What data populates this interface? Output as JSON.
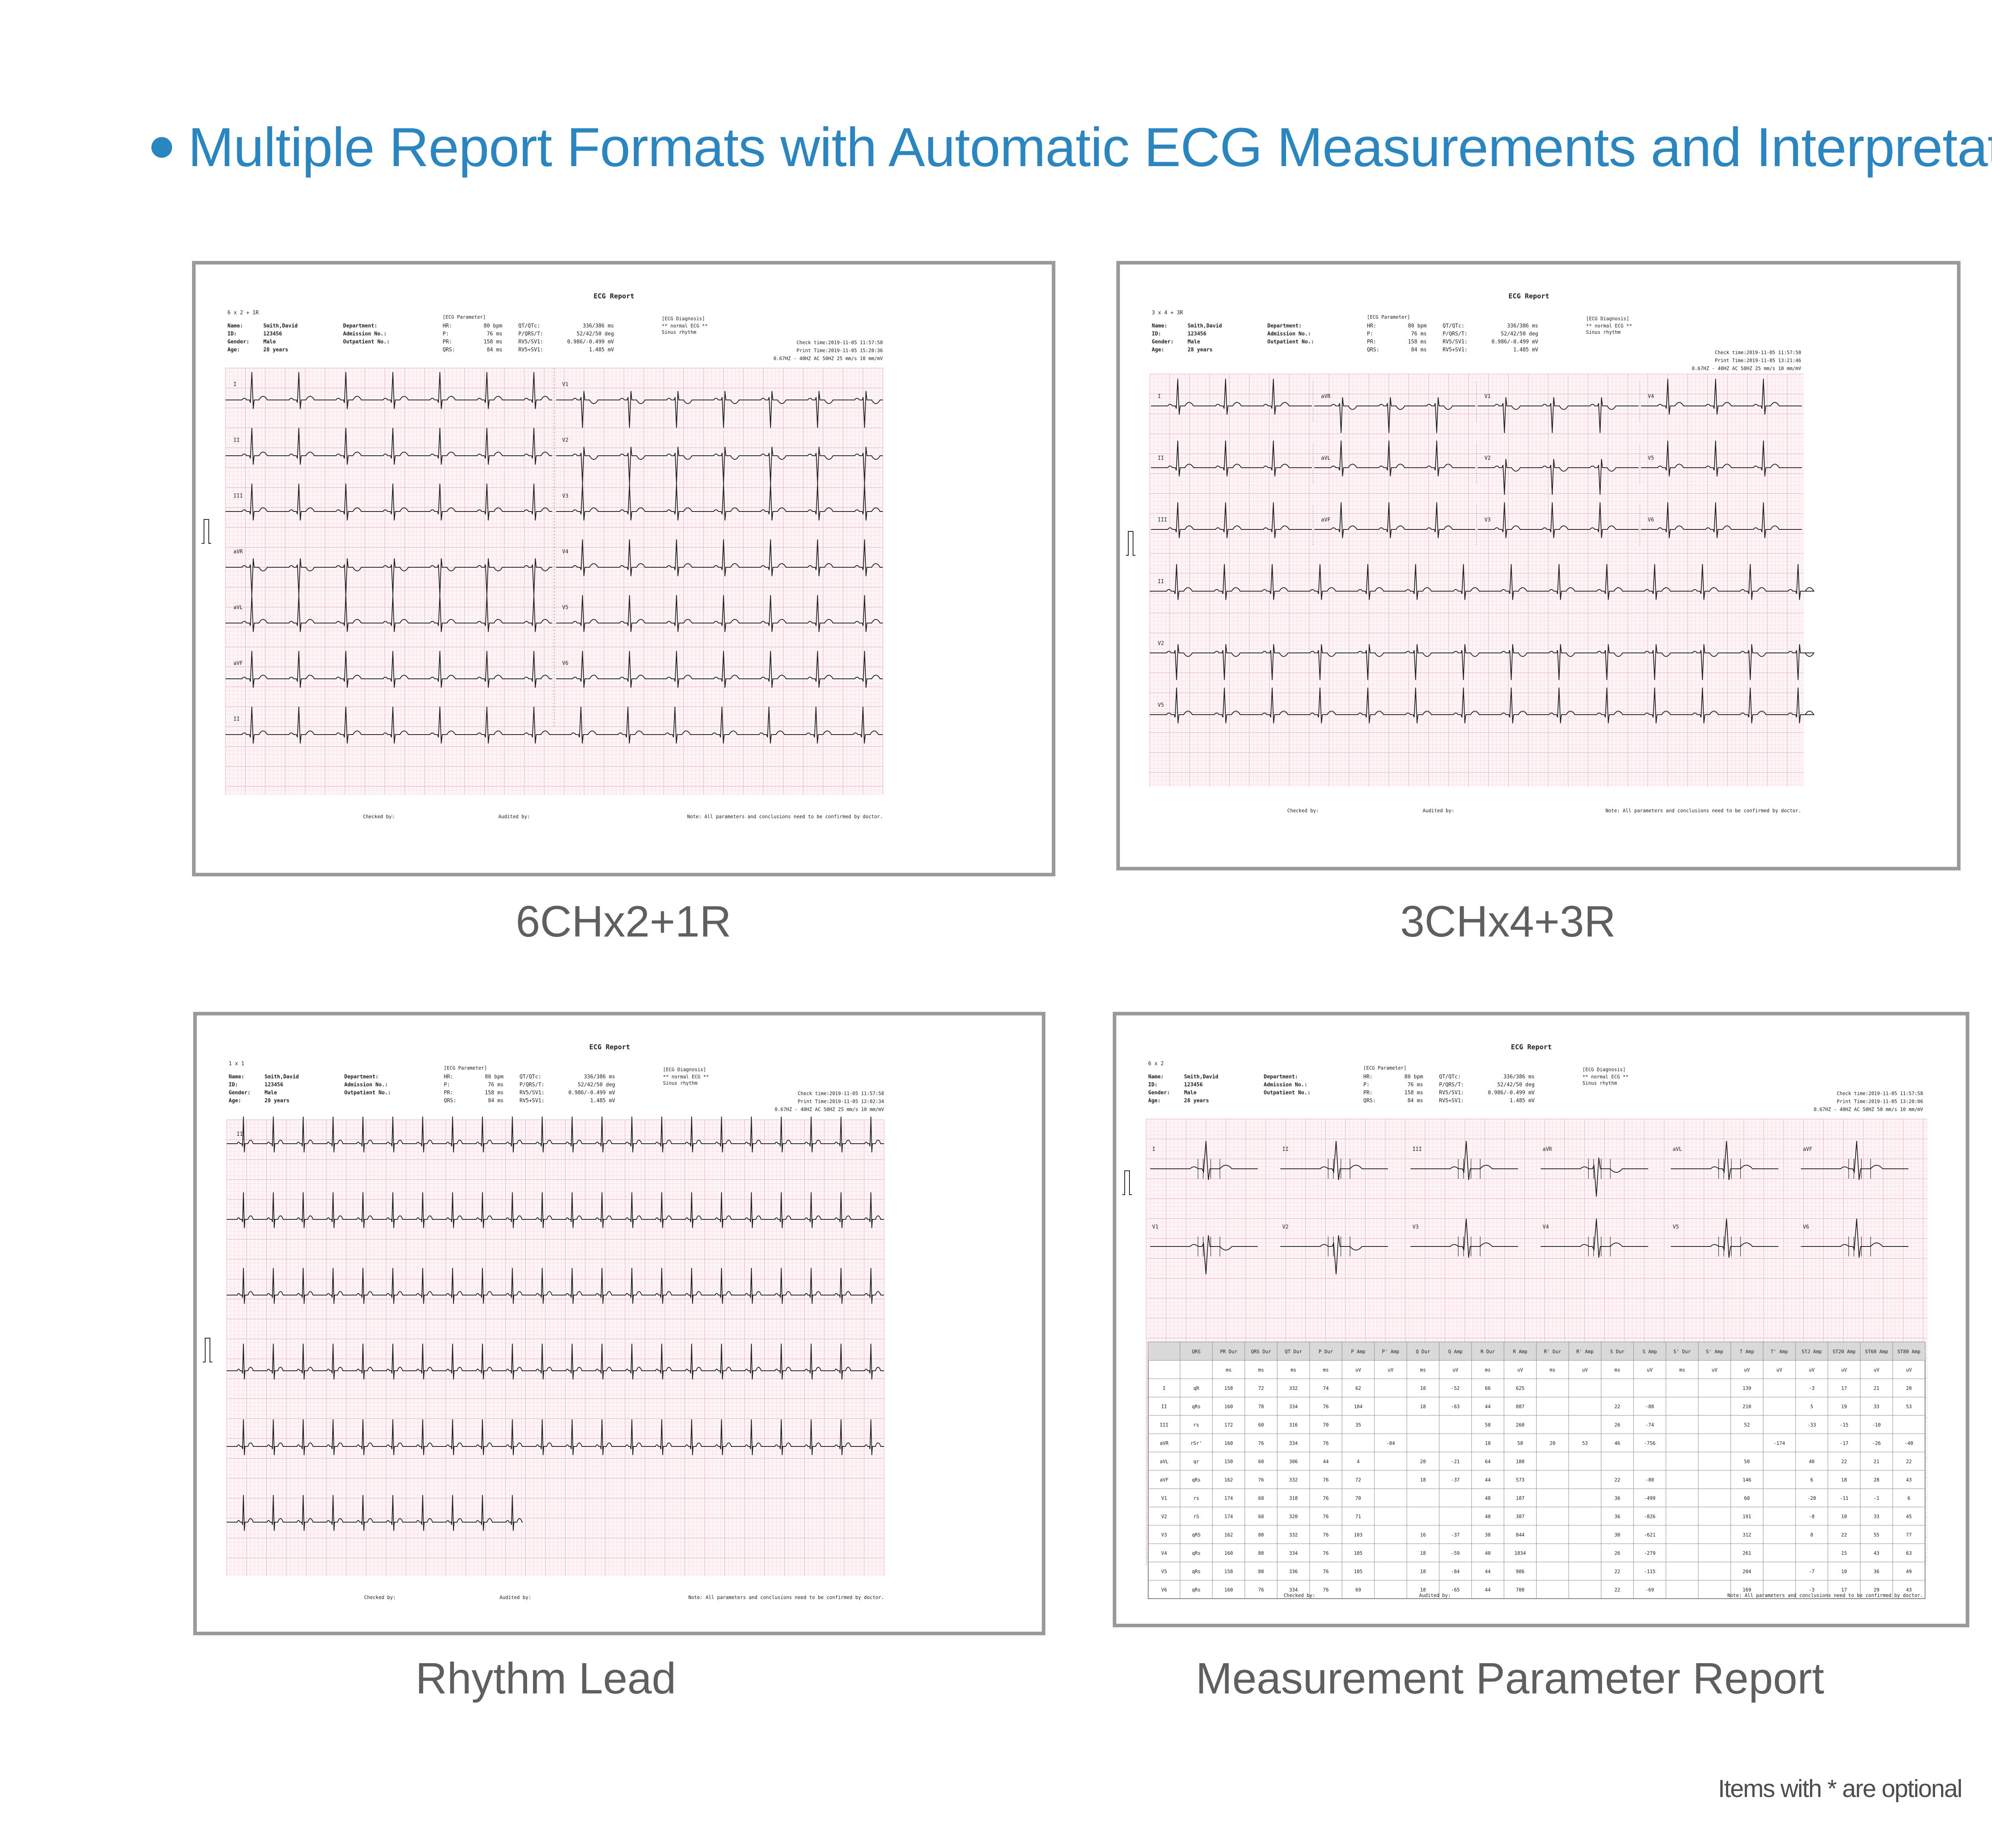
{
  "headline": "Multiple Report Formats with Automatic ECG Measurements and Interpretation",
  "footnote": "Items with * are optional",
  "captions": {
    "six_ch": "6CHx2+1R",
    "three_ch": "3CHx4+3R",
    "rhythm": "Rhythm Lead",
    "measure": "Measurement Parameter Report"
  },
  "colors": {
    "accent": "#2a86c0",
    "grid_minor": "#f7d8de",
    "grid_major": "#eeb3bf",
    "trace": "#222222",
    "panel_border": "#9a9a9a"
  },
  "report": {
    "title": "ECG Report",
    "patient_labels": [
      "Name:",
      "ID:",
      "Gender:",
      "Age:"
    ],
    "patient_values": [
      "Smith,David",
      "123456",
      "Male",
      "28 years"
    ],
    "dept_labels": [
      "Department:",
      "Admission No.:",
      "Outpatient No.:"
    ],
    "param_header": "[ECG Parameter]",
    "param_labels_a": [
      "HR:",
      "P:",
      "PR:",
      "QRS:"
    ],
    "param_values_a": [
      "80 bpm",
      "76 ms",
      "158 ms",
      "84 ms"
    ],
    "param_labels_b": [
      "QT/QTc:",
      "P/QRS/T:",
      "RV5/SV1:",
      "RV5+SV1:"
    ],
    "param_values_b": [
      "336/386 ms",
      "52/42/50 deg",
      "0.986/-0.499 mV",
      "1.485 mV"
    ],
    "diag_header": "[ECG Diagnosis]",
    "diag_lines": [
      "** normal ECG **",
      "Sinus rhythm"
    ],
    "check_time": "Check time:2019-11-05 11:57:58",
    "footer_checked": "Checked by:",
    "footer_audited": "Audited by:",
    "footer_note": "Note: All parameters and conclusions need to be confirmed by doctor."
  },
  "reports": [
    {
      "format": "6 x 2 + 1R",
      "print_time": "Print Time:2019-11-05 15:20:36",
      "filter": "0.67HZ - 40HZ AC 50HZ 25 mm/s 10 mm/mV",
      "leads_col1": [
        "I",
        "II",
        "III",
        "aVR",
        "aVL",
        "aVF",
        "II"
      ],
      "leads_col2": [
        "V1",
        "V2",
        "V3",
        "V4",
        "V5",
        "V6"
      ]
    },
    {
      "format": "3 x 4 + 3R",
      "print_time": "Print Time:2019-11-05 13:21:46",
      "filter": "0.67HZ - 40HZ AC 50HZ 25 mm/s 10 mm/mV",
      "lead_grid": [
        [
          "I",
          "aVR",
          "V1",
          "V4"
        ],
        [
          "II",
          "aVL",
          "V2",
          "V5"
        ],
        [
          "III",
          "aVF",
          "V3",
          "V6"
        ]
      ],
      "rhythm_leads": [
        "II",
        "V2",
        "V5"
      ]
    },
    {
      "format": "1 x 1",
      "print_time": "Print Time:2019-11-05 12:02:34",
      "filter": "0.67HZ - 40HZ AC 50HZ 25 mm/s 10 mm/mV",
      "lead": "II"
    },
    {
      "format": "6 x 2",
      "print_time": "Print Time:2019-11-05 13:20:06",
      "filter": "0.67HZ - 40HZ AC 50HZ 50 mm/s 10 mm/mV",
      "leads_row1": [
        "I",
        "II",
        "III",
        "aVR",
        "aVL",
        "aVF"
      ],
      "leads_row2": [
        "V1",
        "V2",
        "V3",
        "V4",
        "V5",
        "V6"
      ]
    }
  ],
  "measure_table": {
    "columns": [
      "",
      "QRS",
      "PR Dur",
      "QRS Dur",
      "QT Dur",
      "P Dur",
      "P Amp",
      "P' Amp",
      "Q Dur",
      "Q Amp",
      "R Dur",
      "R Amp",
      "R' Dur",
      "R' Amp",
      "S Dur",
      "S Amp",
      "S' Dur",
      "S' Amp",
      "T Amp",
      "T' Amp",
      "STJ Amp",
      "ST20 Amp",
      "ST60 Amp",
      "ST80 Amp"
    ],
    "units": [
      "",
      "",
      "ms",
      "ms",
      "ms",
      "ms",
      "uV",
      "uV",
      "ms",
      "uV",
      "ms",
      "uV",
      "ms",
      "uV",
      "ms",
      "uV",
      "ms",
      "uV",
      "uV",
      "uV",
      "uV",
      "uV",
      "uV",
      "uV"
    ],
    "rows": [
      [
        "I",
        "qR",
        "158",
        "72",
        "332",
        "74",
        "62",
        "",
        "18",
        "-52",
        "66",
        "625",
        "",
        "",
        "",
        "",
        "",
        "",
        "139",
        "",
        "-3",
        "17",
        "21",
        "28"
      ],
      [
        "II",
        "qRs",
        "160",
        "78",
        "334",
        "76",
        "104",
        "",
        "18",
        "-63",
        "44",
        "887",
        "",
        "",
        "22",
        "-88",
        "",
        "",
        "210",
        "",
        "5",
        "19",
        "33",
        "53"
      ],
      [
        "III",
        "rs",
        "172",
        "60",
        "316",
        "70",
        "35",
        "",
        "",
        "",
        "58",
        "260",
        "",
        "",
        "26",
        "-74",
        "",
        "",
        "52",
        "",
        "-33",
        "-15",
        "-10",
        ""
      ],
      [
        "aVR",
        "rSr'",
        "160",
        "76",
        "334",
        "76",
        "",
        "-84",
        "",
        "",
        "18",
        "58",
        "20",
        "53",
        "46",
        "-756",
        "",
        "",
        "",
        "-174",
        "",
        "-17",
        "-26",
        "-40"
      ],
      [
        "aVL",
        "qr",
        "150",
        "60",
        "306",
        "44",
        "4",
        "",
        "20",
        "-21",
        "64",
        "180",
        "",
        "",
        "",
        "",
        "",
        "",
        "50",
        "",
        "40",
        "22",
        "21",
        "22"
      ],
      [
        "aVF",
        "qRs",
        "162",
        "76",
        "332",
        "76",
        "72",
        "",
        "18",
        "-37",
        "44",
        "573",
        "",
        "",
        "22",
        "-80",
        "",
        "",
        "146",
        "",
        "6",
        "18",
        "28",
        "43"
      ],
      [
        "V1",
        "rs",
        "174",
        "68",
        "318",
        "76",
        "70",
        "",
        "",
        "",
        "48",
        "187",
        "",
        "",
        "36",
        "-499",
        "",
        "",
        "60",
        "",
        "-20",
        "-11",
        "-1",
        "6"
      ],
      [
        "V2",
        "rS",
        "174",
        "68",
        "320",
        "76",
        "71",
        "",
        "",
        "",
        "48",
        "387",
        "",
        "",
        "36",
        "-826",
        "",
        "",
        "191",
        "",
        "-8",
        "10",
        "33",
        "45"
      ],
      [
        "V3",
        "qRS",
        "162",
        "80",
        "332",
        "76",
        "103",
        "",
        "16",
        "-37",
        "38",
        "844",
        "",
        "",
        "30",
        "-621",
        "",
        "",
        "312",
        "",
        "8",
        "22",
        "55",
        "77"
      ],
      [
        "V4",
        "qRs",
        "160",
        "80",
        "334",
        "76",
        "105",
        "",
        "18",
        "-59",
        "40",
        "1034",
        "",
        "",
        "26",
        "-279",
        "",
        "",
        "261",
        "",
        "",
        "15",
        "43",
        "63"
      ],
      [
        "V5",
        "qRs",
        "158",
        "80",
        "336",
        "76",
        "105",
        "",
        "18",
        "-84",
        "44",
        "986",
        "",
        "",
        "22",
        "-115",
        "",
        "",
        "204",
        "",
        "-7",
        "10",
        "36",
        "49"
      ],
      [
        "V6",
        "qRs",
        "160",
        "76",
        "334",
        "76",
        "69",
        "",
        "18",
        "-65",
        "44",
        "708",
        "",
        "",
        "22",
        "-69",
        "",
        "",
        "169",
        "",
        "-3",
        "17",
        "29",
        "43"
      ]
    ]
  }
}
